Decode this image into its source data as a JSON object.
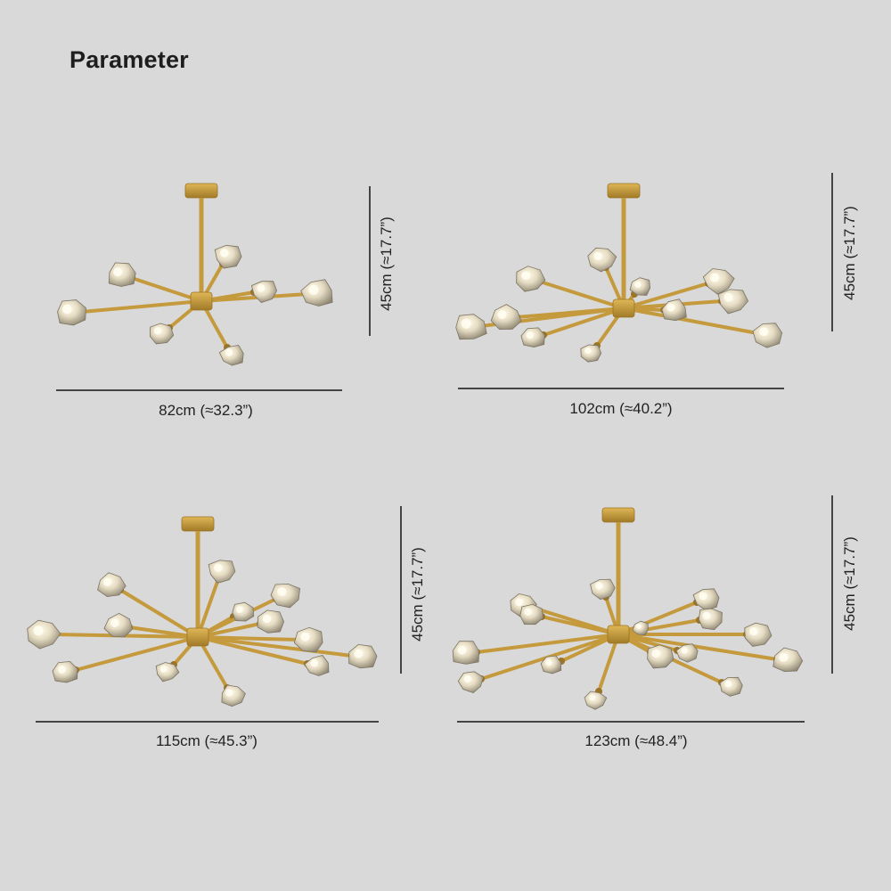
{
  "title": "Parameter",
  "colors": {
    "background": "#d9d9d9",
    "brass": "#c49a3c",
    "brass_dark": "#9c7425",
    "crystal": "#e9e4d6",
    "dimension_line": "#444444"
  },
  "variants": [
    {
      "width_label": "82cm (≈32.3”)",
      "height_label": "45cm (≈17.7”)"
    },
    {
      "width_label": "102cm (≈40.2”)",
      "height_label": "45cm (≈17.7”)"
    },
    {
      "width_label": "115cm (≈45.3”)",
      "height_label": "45cm (≈17.7”)"
    },
    {
      "width_label": "123cm (≈48.4”)",
      "height_label": "45cm (≈17.7”)"
    }
  ]
}
